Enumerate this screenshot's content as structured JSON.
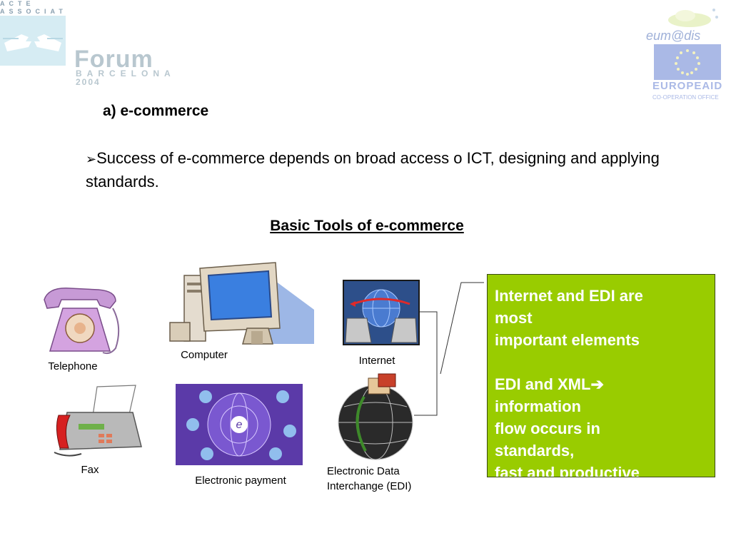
{
  "header": {
    "left_logo_lines": [
      "ACTE",
      "ASSOCIAT"
    ],
    "forum_word": "Forum",
    "forum_city": "BARCELONA",
    "forum_year": "2004",
    "right_logo_word": "eum@dis",
    "right_logo_org": "EUROPEAID",
    "right_logo_office": "CO-OPERATION OFFICE"
  },
  "content": {
    "section_title": "a) e-commerce",
    "bullet_text": "Success of e-commerce depends on  broad access o ICT, designing  and applying standards.",
    "tools_heading": "Basic Tools of e-commerce"
  },
  "tools": {
    "telephone": "Telephone",
    "computer": "Computer",
    "internet": "Internet",
    "fax": "Fax",
    "payment": "Electronic payment",
    "edi_line1": "Electronic Data",
    "edi_line2": "Interchange (EDI)"
  },
  "green_box": {
    "lines": [
      "Internet and EDI are",
      "most",
      "important elements",
      "",
      "EDI and XML➔",
      "information",
      "flow occurs in",
      "standards,",
      "fast and productive"
    ]
  },
  "colors": {
    "accent_green": "#99cc00"
  }
}
